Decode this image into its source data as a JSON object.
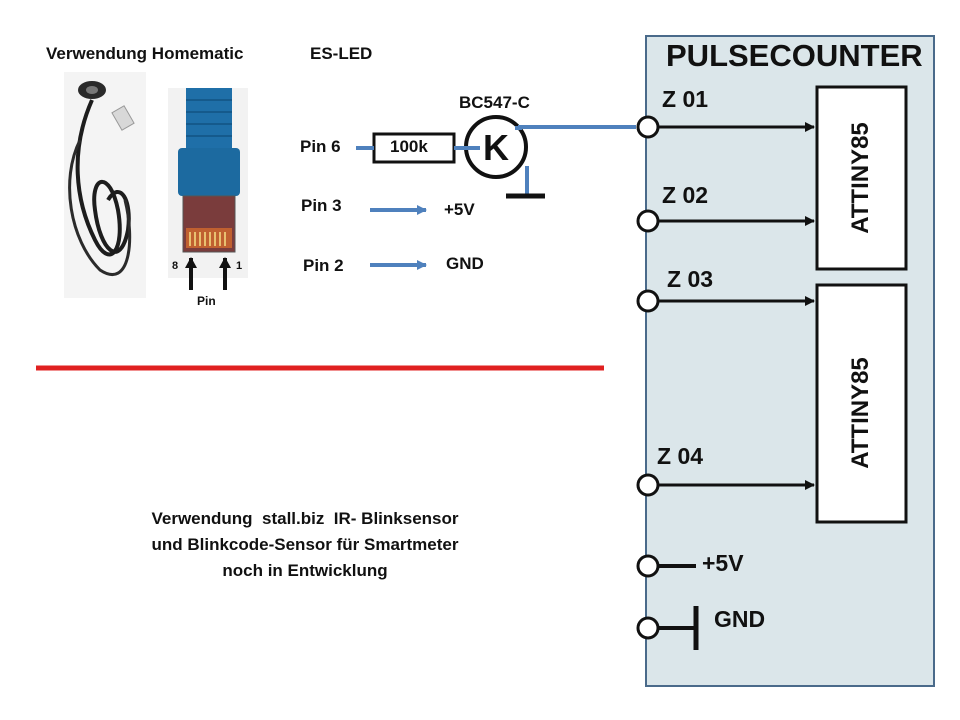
{
  "header": {
    "usage_title": "Verwendung Homematic",
    "sensor_name": "ES-LED"
  },
  "connector_photo": {
    "pin_left": "8",
    "pin_right": "1",
    "pin_caption": "Pin"
  },
  "circuit": {
    "transistor_label": "BC547-C",
    "transistor_letter": "K",
    "resistor_value": "100k",
    "pins": [
      {
        "label": "Pin 6"
      },
      {
        "label": "Pin 3",
        "target": "+5V"
      },
      {
        "label": "Pin 2",
        "target": "GND"
      }
    ]
  },
  "note": {
    "line1": "Verwendung  stall.biz  IR- Blinksensor",
    "line2": "und Blinkcode-Sensor für Smartmeter",
    "line3": "noch in Entwicklung"
  },
  "pulsecounter": {
    "title": "PULSECOUNTER",
    "inputs": [
      "Z 01",
      "Z 02",
      "Z 03",
      "Z 04"
    ],
    "chips": [
      "ATTINY85",
      "ATTINY85"
    ],
    "power": "+5V",
    "ground": "GND"
  },
  "colors": {
    "panel_bg": "#dbe6ea",
    "panel_border": "#4a6a8a",
    "wire_blue": "#4f81bd",
    "divider_red": "#e02020"
  }
}
